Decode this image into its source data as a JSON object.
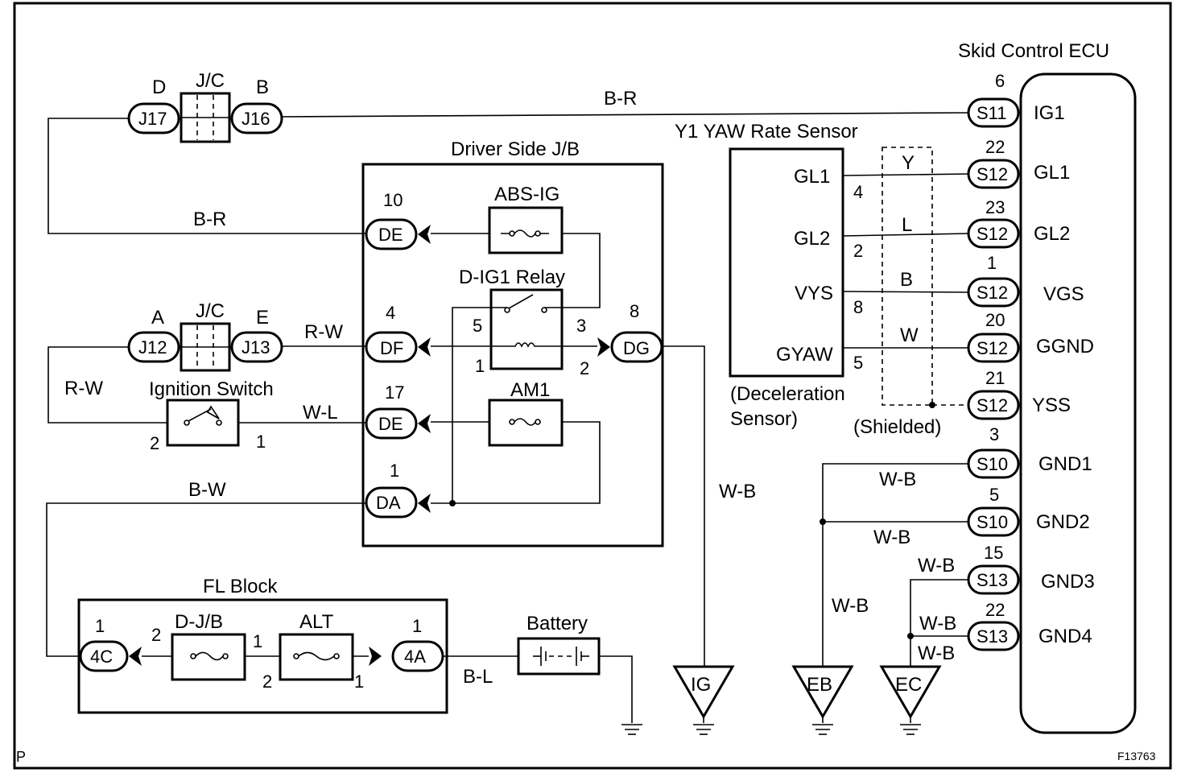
{
  "corner_left": "P",
  "figure_id": "F13763",
  "ecu": {
    "title": "Skid Control ECU",
    "terminals": [
      {
        "pin": "6",
        "connector": "S11",
        "label": "IG1"
      },
      {
        "pin": "22",
        "connector": "S12",
        "label": "GL1"
      },
      {
        "pin": "23",
        "connector": "S12",
        "label": "GL2"
      },
      {
        "pin": "1",
        "connector": "S12",
        "label": "VGS"
      },
      {
        "pin": "20",
        "connector": "S12",
        "label": "GGND"
      },
      {
        "pin": "21",
        "connector": "S12",
        "label": "YSS"
      },
      {
        "pin": "3",
        "connector": "S10",
        "label": "GND1"
      },
      {
        "pin": "5",
        "connector": "S10",
        "label": "GND2"
      },
      {
        "pin": "15",
        "connector": "S13",
        "label": "GND3"
      },
      {
        "pin": "22",
        "connector": "S13",
        "label": "GND4"
      }
    ]
  },
  "yaw_sensor": {
    "title": "Y1 YAW Rate Sensor",
    "subtitle_line1": "(Deceleration",
    "subtitle_line2": "Sensor)",
    "shield_label": "(Shielded)",
    "terminals": [
      {
        "label": "GL1",
        "pin": "4",
        "wire": "Y"
      },
      {
        "label": "GL2",
        "pin": "2",
        "wire": "L"
      },
      {
        "label": "VYS",
        "pin": "8",
        "wire": "B"
      },
      {
        "label": "GYAW",
        "pin": "5",
        "wire": "W"
      }
    ]
  },
  "jc_top": {
    "label": "J/C",
    "left_letter": "D",
    "right_letter": "B",
    "left_connector": "J17",
    "right_connector": "J16",
    "wire_to_ecu": "B-R"
  },
  "jc_mid": {
    "label": "J/C",
    "left_letter": "A",
    "right_letter": "E",
    "left_connector": "J12",
    "right_connector": "J13",
    "wire_right": "R-W",
    "wire_left": "R-W"
  },
  "ignition_switch": {
    "label": "Ignition Switch",
    "pin_left": "2",
    "pin_right": "1",
    "wire": "W-L"
  },
  "driver_jb": {
    "title": "Driver Side J/B",
    "abs_ig": "ABS-IG",
    "relay": "D-IG1 Relay",
    "am1": "AM1",
    "connectors": [
      {
        "pin": "10",
        "name": "DE"
      },
      {
        "pin": "4",
        "name": "DF"
      },
      {
        "pin": "17",
        "name": "DE"
      },
      {
        "pin": "1",
        "name": "DA"
      },
      {
        "pin": "8",
        "name": "DG"
      }
    ],
    "relay_pins": {
      "p5": "5",
      "p3": "3",
      "p1": "1",
      "p2": "2"
    },
    "wire_br": "B-R",
    "wire_bw": "B-W",
    "wire_wb": "W-B"
  },
  "fl_block": {
    "title": "FL Block",
    "dj_b": "D-J/B",
    "alt": "ALT",
    "left_connector": "4C",
    "right_connector": "4A",
    "pins": {
      "c4_pin": "1",
      "dj_left": "2",
      "dj_right": "1",
      "alt_left": "2",
      "alt_right": "1",
      "a4_pin": "1"
    },
    "wire_bl": "B-L"
  },
  "battery": "Battery",
  "grounds": {
    "ig": "IG",
    "eb": "EB",
    "ec": "EC"
  },
  "ground_wires": {
    "gnd1": "W-B",
    "gnd2": "W-B",
    "eb_down": "W-B",
    "gnd3": "W-B",
    "gnd4a": "W-B",
    "gnd4b": "W-B"
  }
}
